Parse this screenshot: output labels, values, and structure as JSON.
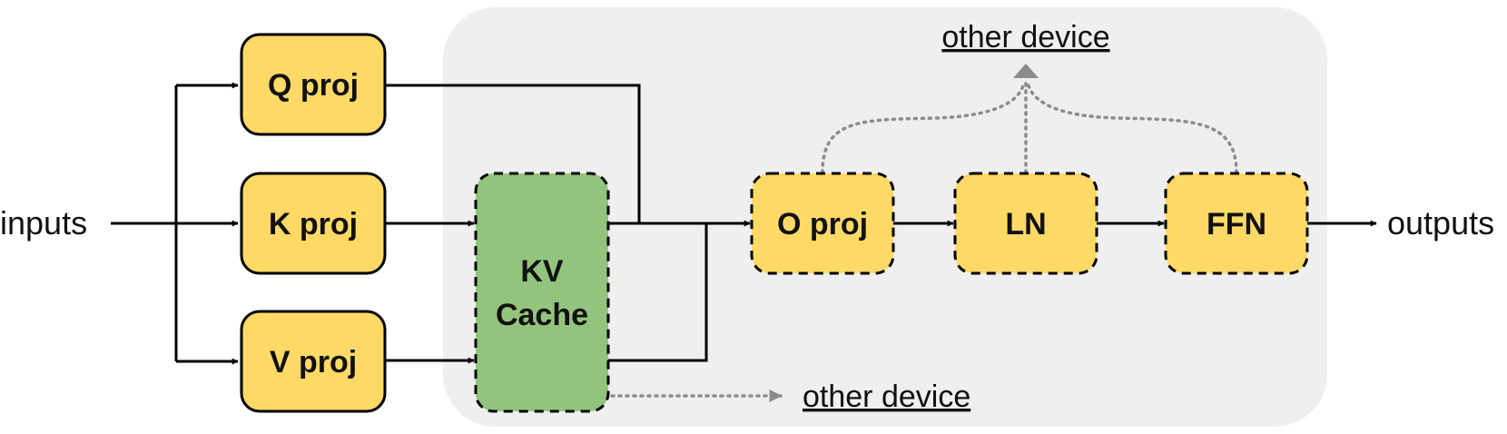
{
  "colors": {
    "proj_fill": "#ffd966",
    "cache_fill": "#93c47d",
    "region_fill": "#efefef",
    "wire": "#000000",
    "dotted": "#8c8c8c"
  },
  "labels": {
    "inputs": "inputs",
    "outputs": "outputs",
    "q_proj": "Q proj",
    "k_proj": "K proj",
    "v_proj": "V proj",
    "kv_cache_line1": "KV",
    "kv_cache_line2": "Cache",
    "o_proj": "O proj",
    "ln": "LN",
    "ffn": "FFN",
    "other_device_top": "other device",
    "other_device_bottom": "other device"
  }
}
